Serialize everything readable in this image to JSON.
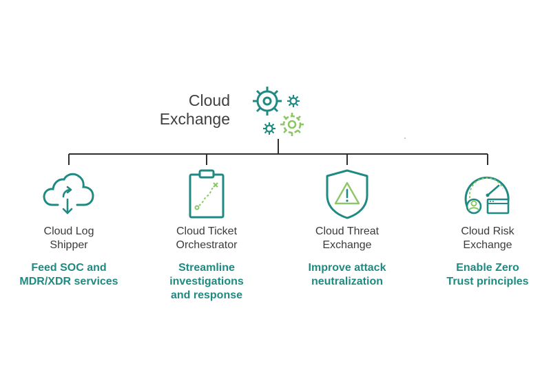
{
  "root": {
    "title_line1": "Cloud",
    "title_line2": "Exchange",
    "icon": "gears-icon"
  },
  "nodes": [
    {
      "icon": "cloud-upload-icon",
      "title_line1": "Cloud Log",
      "title_line2": "Shipper",
      "desc_lines": [
        "Feed SOC and",
        "MDR/XDR services",
        ""
      ]
    },
    {
      "icon": "clipboard-path-icon",
      "title_line1": "Cloud Ticket",
      "title_line2": "Orchestrator",
      "desc_lines": [
        "Streamline",
        "investigations",
        "and response"
      ]
    },
    {
      "icon": "shield-warning-icon",
      "title_line1": "Cloud Threat",
      "title_line2": "Exchange",
      "desc_lines": [
        "Improve attack",
        "neutralization",
        ""
      ]
    },
    {
      "icon": "risk-gauge-icon",
      "title_line1": "Cloud Risk",
      "title_line2": "Exchange",
      "desc_lines": [
        "Enable Zero",
        "Trust principles",
        ""
      ]
    }
  ],
  "colors": {
    "teal": "#1e8a82",
    "green": "#8cc665",
    "line": "#2f2f2f",
    "title_text": "#3b3b3b"
  }
}
